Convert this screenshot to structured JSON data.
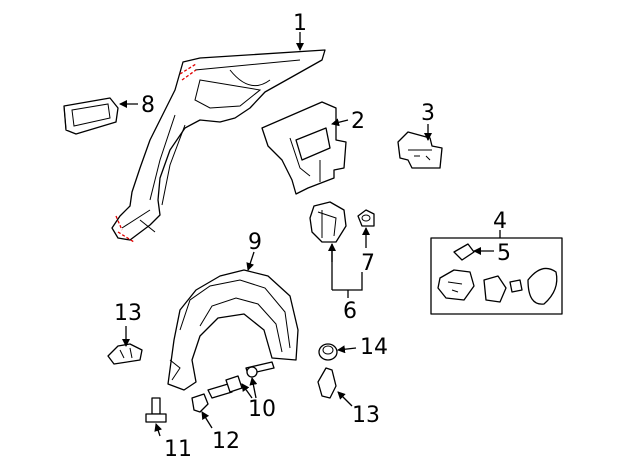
{
  "callouts": {
    "c1": "1",
    "c2": "2",
    "c3": "3",
    "c4": "4",
    "c5": "5",
    "c6": "6",
    "c7": "7",
    "c8": "8",
    "c9": "9",
    "c10": "10",
    "c11": "11",
    "c12": "12",
    "c13a": "13",
    "c13b": "13",
    "c14": "14"
  },
  "colors": {
    "line": "#000000",
    "cut_mark": "#e00000",
    "background": "#ffffff"
  }
}
